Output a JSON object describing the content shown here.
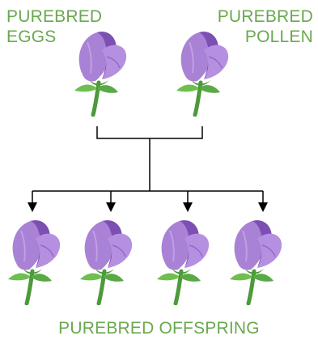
{
  "labels": {
    "eggs": [
      "PUREBRED",
      "EGGS"
    ],
    "pollen": [
      "PUREBRED",
      "POLLEN"
    ],
    "offspring": "PUREBRED OFFSPRING"
  },
  "colors": {
    "label_text": "#6aa84f",
    "petal": "#a982d6",
    "petal_dark": "#7c4fb2",
    "petal_light": "#c9acea",
    "stem": "#4c9a3a",
    "leaf": "#6fbf4f",
    "lines": "#000000"
  },
  "icons": {
    "parent_flower": "purple-flower-icon",
    "offspring_flower": "purple-flower-icon",
    "arrow": "arrow-down-icon"
  }
}
